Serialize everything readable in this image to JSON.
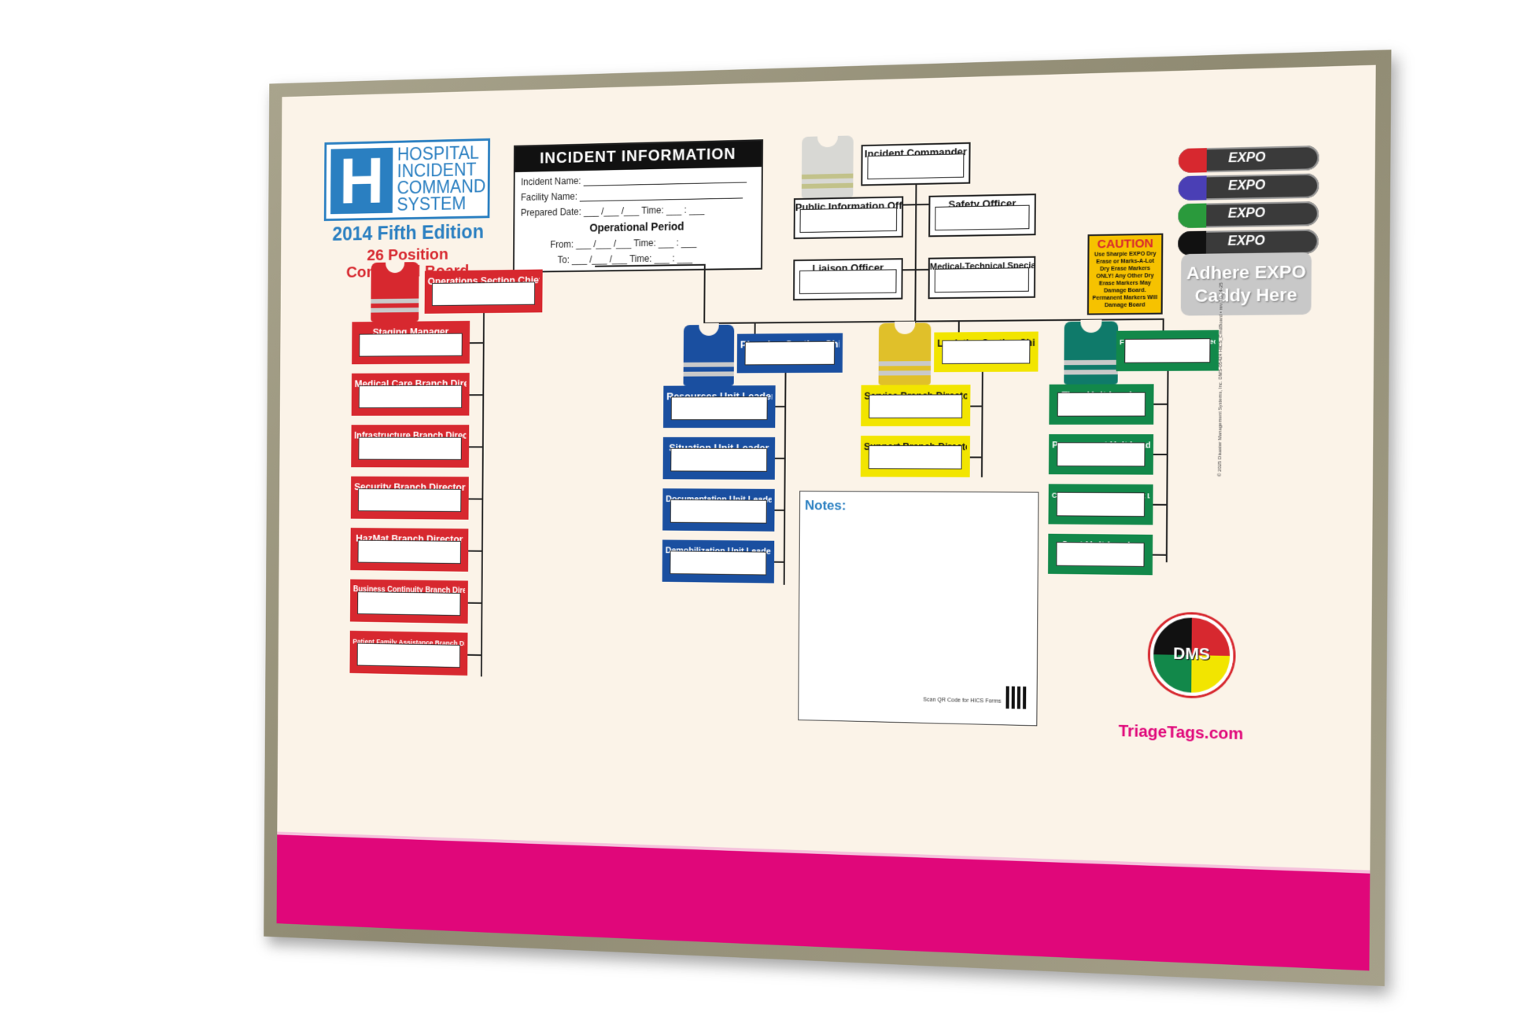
{
  "header": {
    "logo_letter": "H",
    "logo_words": [
      "HOSPITAL",
      "INCIDENT",
      "COMMAND",
      "SYSTEM"
    ],
    "edition": "2014 Fifth Edition",
    "position_count": "26 Position",
    "board_name": "Command Board"
  },
  "incident_info": {
    "title": "INCIDENT INFORMATION",
    "incident_name_label": "Incident Name:",
    "facility_name_label": "Facility Name:",
    "prepared_date_label": "Prepared Date:",
    "time_label": "Time:",
    "operational_period": "Operational Period",
    "from_label": "From:",
    "to_label": "To:"
  },
  "command": {
    "incident_commander": "Incident Commander",
    "public_information_officer": "Public Information Officer",
    "safety_officer": "Safety Officer",
    "liaison_officer": "Liaison Officer",
    "medical_technical_specialist": "Medical-Technical Specialist"
  },
  "operations": {
    "chief": "Operations Section Chief",
    "units": [
      "Staging Manager",
      "Medical Care Branch Director",
      "Infrastructure Branch Director",
      "Security Branch Director",
      "HazMat Branch Director",
      "Business Continuity Branch Director",
      "Patient Family Assistance Branch Director"
    ]
  },
  "planning": {
    "chief": "Planning Section Chief",
    "units": [
      "Resources Unit Leader",
      "Situation Unit Leader",
      "Documentation Unit Leader",
      "Demobilization Unit Leader"
    ]
  },
  "logistics": {
    "chief": "Logistics Section Chief",
    "units": [
      "Service Branch Director",
      "Support Branch Director"
    ]
  },
  "finance": {
    "chief": "Finance/Administration Section Chief",
    "units": [
      "Time Unit Leader",
      "Procurement Unit Leader",
      "Compensation/Claims Unit Leader",
      "Cost Unit Leader"
    ]
  },
  "caution": {
    "title": "CAUTION",
    "text": "Use Sharpie EXPO Dry Erase or Marks-A-Lot Dry Erase Markers ONLY! Any Other Dry Erase Markers May Damage Board. Permanent Markers Will Damage Board"
  },
  "caddy": {
    "marker_brand": "EXPO",
    "label": "Adhere EXPO Caddy Here"
  },
  "notes": {
    "title": "Notes:",
    "qr_text": "Scan QR Code for HICS Forms"
  },
  "branding": {
    "dms": "DMS",
    "website": "TriageTags.com",
    "copyright": "© 2025 Disaster Management Systems, Inc. DMS-05424 HICS_CmdBoard • rev 10-14-25"
  },
  "colors": {
    "operations": "#d7282f",
    "planning": "#1a4fa0",
    "logistics": "#f2e500",
    "finance": "#12884a",
    "band": "#e0077a",
    "logo": "#2a7fc1"
  }
}
